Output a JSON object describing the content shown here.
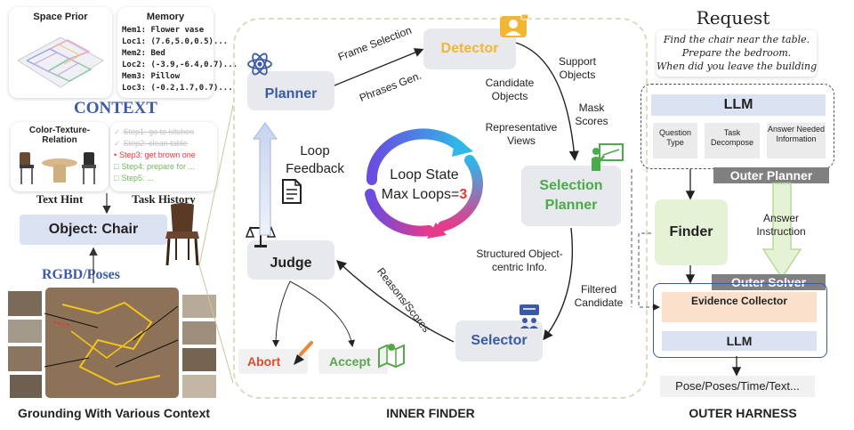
{
  "colors": {
    "context_blue": "#3f5aa9",
    "planner_blue": "#3b5aa5",
    "detector_yellow": "#f2b732",
    "selection_green": "#4aab4b",
    "selector_blue": "#3b5aa5",
    "abort_red": "#e04a2f",
    "accept_green": "#57a64c",
    "loop_red": "#e53935",
    "finder_green_bg": "#e5f2d6",
    "evidence_orange_bg": "#fbe0cb",
    "llm_blue_bg": "#dbe3f2",
    "outer_grey": "#808080"
  },
  "left": {
    "space_prior": "Space Prior",
    "memory": {
      "title": "Memory",
      "lines": [
        "Mem1: Flower vase",
        "Loc1: (7.6,5.0,0.5)...",
        "Mem2: Bed",
        "Loc2: (-3.9,-6.4,0.7)...",
        "Mem3: Pillow",
        "Loc3: (-0.2,1.7,0.7)..."
      ]
    },
    "context_label": "CONTEXT",
    "color_texture": "Color-Texture-Relation",
    "task_steps": [
      {
        "text": "Step1: go to kitchen",
        "state": "done"
      },
      {
        "text": "Step2: clean table",
        "state": "done"
      },
      {
        "text": "Step3: get brown one",
        "state": "current"
      },
      {
        "text": "Step4: prepare for ...",
        "state": "todo"
      },
      {
        "text": "Step5: ...",
        "state": "todo"
      }
    ],
    "text_hint": "Text Hint",
    "task_history": "Task History",
    "object": "Object: Chair",
    "rgbd": "RGBD/Poses",
    "footer": "Grounding With Various Context"
  },
  "inner": {
    "planner": "Planner",
    "frame_selection": "Frame Selection",
    "phrases_gen": "Phrases Gen.",
    "detector": "Detector",
    "support_objects": "Support Objects",
    "candidate_objects": "Candidate Objects",
    "mask_scores": "Mask Scores",
    "representative_views": "Representative Views",
    "selection_planner": "Selection Planner",
    "loop_feedback": "Loop Feedback",
    "loop_state": "Loop State",
    "max_loops_prefix": "Max Loops=",
    "max_loops_value": "3",
    "structured_info": "Structured Object-centric Info.",
    "filtered_candidate": "Filtered Candidate",
    "judge": "Judge",
    "reasons_scores": "Reasons/Scores",
    "selector": "Selector",
    "abort": "Abort",
    "accept": "Accept",
    "footer": "INNER FINDER"
  },
  "outer": {
    "request_title": "Request",
    "request_lines": [
      "Find the chair near the table.",
      "Prepare the bedroom.",
      "When did you leave the building"
    ],
    "llm_top": "LLM",
    "question_type": "Question Type",
    "task_decompose": "Task Decompose",
    "answer_info": "Answer Needed Information",
    "outer_planner": "Outer Planner",
    "finder": "Finder",
    "answer_instruction": "Answer Instruction",
    "outer_solver": "Outer Solver",
    "evidence_collector": "Evidence Collector",
    "llm_bottom": "LLM",
    "output": "Pose/Poses/Time/Text...",
    "footer": "OUTER HARNESS"
  }
}
